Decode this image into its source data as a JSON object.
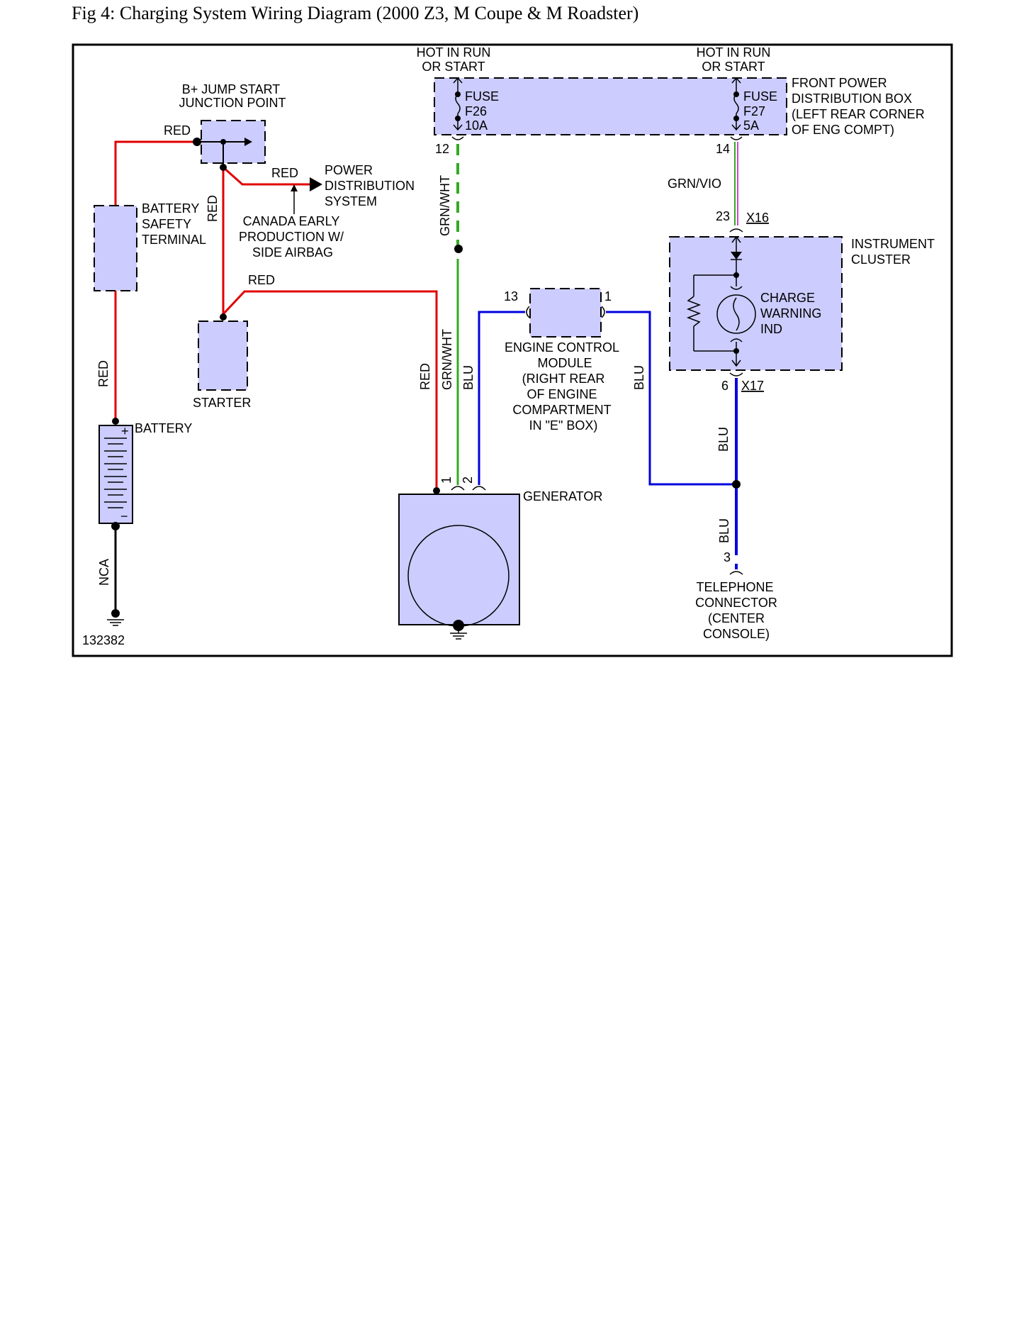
{
  "title": "Fig 4: Charging System Wiring Diagram (2000 Z3, M Coupe & M Roadster)",
  "colors": {
    "red": "#e00000",
    "green": "#33aa22",
    "blue": "#0000dd",
    "violet": "#cc44cc",
    "component_fill": "#ccccff"
  },
  "components": {
    "jump_start": {
      "line1": "B+ JUMP START",
      "line2": "JUNCTION POINT"
    },
    "battery_safety": {
      "line1": "BATTERY",
      "line2": "SAFETY",
      "line3": "TERMINAL"
    },
    "starter": "STARTER",
    "battery": {
      "label": "BATTERY",
      "plus": "+",
      "minus": "−"
    },
    "power_dist": {
      "line1": "POWER",
      "line2": "DISTRIBUTION",
      "line3": "SYSTEM"
    },
    "canada_note": {
      "line1": "CANADA EARLY",
      "line2": "PRODUCTION W/",
      "line3": "SIDE AIRBAG"
    },
    "hot1": {
      "line1": "HOT IN RUN",
      "line2": "OR START"
    },
    "hot2": {
      "line1": "HOT IN RUN",
      "line2": "OR START"
    },
    "fuse1": {
      "line1": "FUSE",
      "line2": "F26",
      "line3": "10A"
    },
    "fuse2": {
      "line1": "FUSE",
      "line2": "F27",
      "line3": "5A"
    },
    "front_pdb": {
      "line1": "FRONT POWER",
      "line2": "DISTRIBUTION BOX",
      "line3": "(LEFT REAR CORNER",
      "line4": "OF ENG COMPT)"
    },
    "instrument_cluster": {
      "line1": "INSTRUMENT",
      "line2": "CLUSTER"
    },
    "charge_ind": {
      "line1": "CHARGE",
      "line2": "WARNING",
      "line3": "IND"
    },
    "ecm": {
      "line1": "ENGINE CONTROL",
      "line2": "MODULE",
      "line3": "(RIGHT REAR",
      "line4": "OF ENGINE",
      "line5": "COMPARTMENT",
      "line6": "IN \"E\" BOX)"
    },
    "generator": "GENERATOR",
    "telephone": {
      "line1": "TELEPHONE",
      "line2": "CONNECTOR",
      "line3": "(CENTER",
      "line4": "CONSOLE)"
    }
  },
  "wire_labels": {
    "red_top": "RED",
    "red_vertical_jump": "RED",
    "red_pds": "RED",
    "red_gen_horizontal": "RED",
    "red_left_vertical": "RED",
    "red_gen_vertical": "RED",
    "nca": "NCA",
    "grn_wht_upper": "GRN/WHT",
    "grn_wht_lower": "GRN/WHT",
    "blu_gen": "BLU",
    "blu_ecm": "BLU",
    "blu_cluster": "BLU",
    "blu_tel": "BLU",
    "grn_vio": "GRN/VIO"
  },
  "pins": {
    "fuse1_out": "12",
    "fuse2_out": "14",
    "cluster_in": "23",
    "cluster_out": "6",
    "ecm_left": "13",
    "ecm_right": "1",
    "gen_1": "1",
    "gen_2": "2",
    "tel": "3"
  },
  "connectors": {
    "x16": "X16",
    "x17": "X17"
  },
  "figure_id": "132382"
}
